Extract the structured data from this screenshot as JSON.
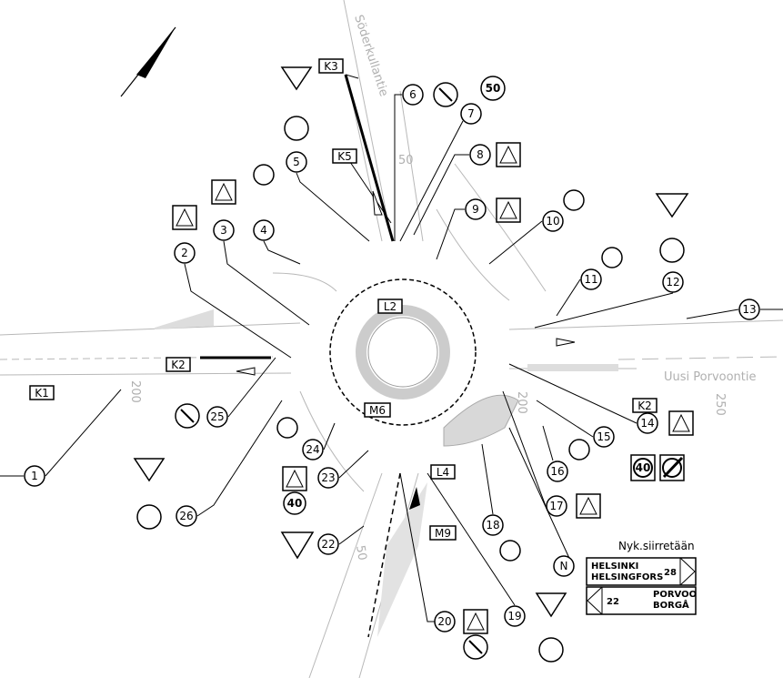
{
  "roads": {
    "north": "Söderkullantie",
    "east": "Uusi Porvoontie"
  },
  "stations": {
    "north_50": "50",
    "east_250": "250",
    "east_200": "200",
    "west_200": "200",
    "south_50": "50"
  },
  "callouts": [
    "1",
    "2",
    "3",
    "4",
    "5",
    "6",
    "7",
    "8",
    "9",
    "10",
    "11",
    "12",
    "13",
    "14",
    "15",
    "16",
    "17",
    "18",
    "19",
    "20",
    "22",
    "23",
    "24",
    "25",
    "26"
  ],
  "labels": {
    "K1": "K1",
    "K2_west": "K2",
    "K2_east": "K2",
    "K3": "K3",
    "K5": "K5",
    "L2": "L2",
    "L4": "L4",
    "M6": "M6",
    "M9": "M9",
    "N": "N"
  },
  "speed_signs": {
    "s7": "50",
    "s15": "40",
    "s23": "40"
  },
  "direction_board": {
    "note": "Nyk.siirretään",
    "top": {
      "line1": "HELSINKI",
      "line2": "HELSINGFORS",
      "distance": "28"
    },
    "bottom": {
      "line1": "PORVOO",
      "line2": "BORGÅ",
      "distance": "22"
    }
  }
}
